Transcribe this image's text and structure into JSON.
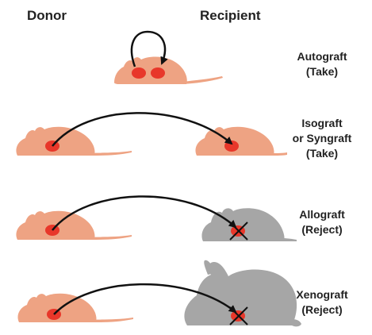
{
  "headers": {
    "donor": "Donor",
    "recipient": "Recipient"
  },
  "rows": [
    {
      "id": "autograft",
      "lines": [
        "Autograft",
        "(Take)"
      ]
    },
    {
      "id": "isograft",
      "lines": [
        "Isograft",
        "or Syngraft",
        "(Take)"
      ]
    },
    {
      "id": "allograft",
      "lines": [
        "Allograft",
        "(Reject)"
      ]
    },
    {
      "id": "xenograft",
      "lines": [
        "Xenograft",
        "(Reject)"
      ]
    }
  ],
  "colors": {
    "donor_mouse": "#eea383",
    "graft_spot": "#e8372a",
    "foreign_animal": "#a6a6a6",
    "arrow": "#111111",
    "reject_mark": "#111111"
  }
}
